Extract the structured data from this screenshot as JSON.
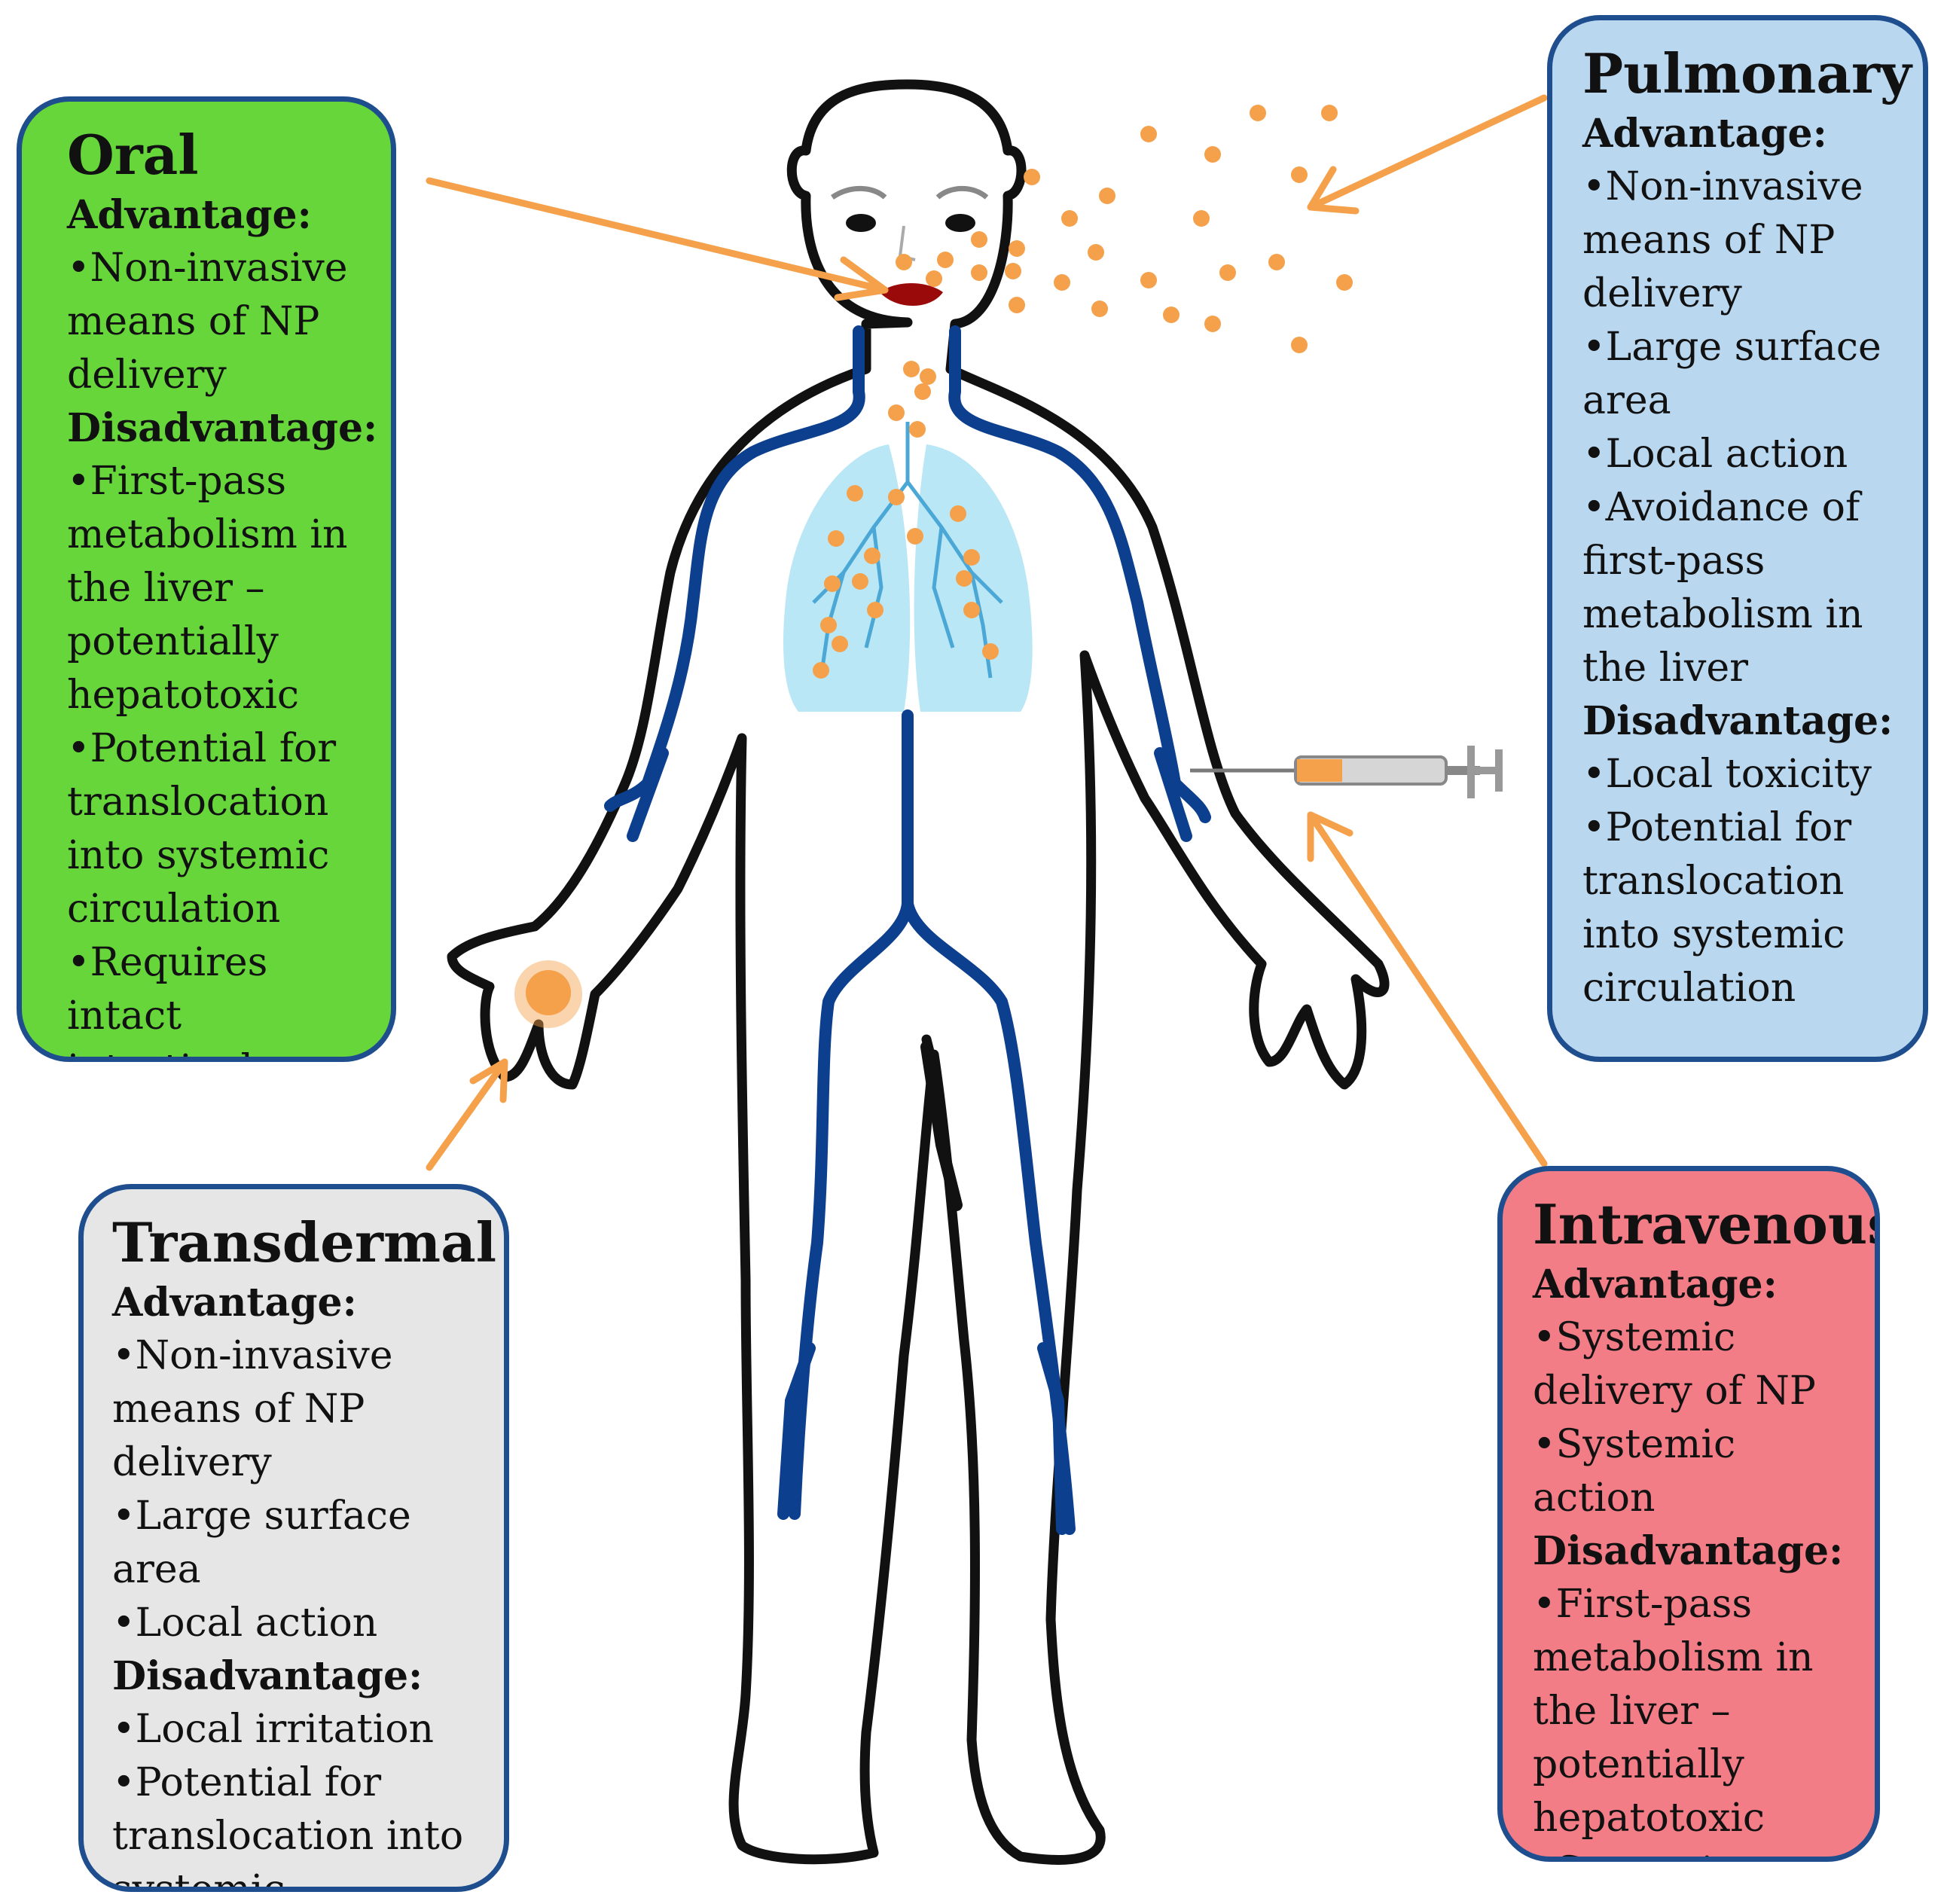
{
  "colors": {
    "oral_box": "#66d63b",
    "pulmonary_box": "#b9d7ef",
    "transdermal_box": "#e6e6e6",
    "intravenous_box": "#f27d86",
    "box_border": "#1f4e8f",
    "arrow": "#f5a04a",
    "particle": "#f5a04a",
    "vessel": "#0d3f8f",
    "lungs": "#aee3f3"
  },
  "icons": [
    "human-body-outline",
    "lungs-icon",
    "syringe-icon",
    "skin-patch-icon",
    "nanoparticle-icon"
  ],
  "routes": {
    "oral": {
      "title": "Oral",
      "advantage_heading": "Advantage:",
      "advantages": [
        "•Non-invasive means of NP delivery"
      ],
      "disadvantage_heading": "Disadvantage:",
      "disadvantages": [
        "•First-pass metabolism in the liver – potentially hepatotoxic",
        "•Potential for translocation into systemic circulation",
        "•Requires intact intestinal mucosa for NP uptake"
      ]
    },
    "pulmonary": {
      "title": "Pulmonary",
      "advantage_heading": "Advantage:",
      "advantages": [
        "•Non-invasive means of NP delivery",
        "•Large surface area",
        "•Local action",
        "•Avoidance of first-pass metabolism in the liver"
      ],
      "disadvantage_heading": "Disadvantage:",
      "disadvantages": [
        "•Local toxicity",
        "•Potential for translocation into systemic circulation"
      ]
    },
    "transdermal": {
      "title": "Transdermal",
      "advantage_heading": "Advantage:",
      "advantages": [
        "•Non-invasive means of NP delivery",
        "•Large surface area",
        "•Local action"
      ],
      "disadvantage_heading": "Disadvantage:",
      "disadvantages": [
        "•Local irritation",
        "•Potential for translocation into systemic circulation"
      ]
    },
    "intravenous": {
      "title": "Intravenous",
      "advantage_heading": "Advantage:",
      "advantages": [
        "•Systemic delivery of NP",
        "•Systemic action"
      ],
      "disadvantage_heading": "Disadvantage:",
      "disadvantages": [
        "•First-pass metabolism in the liver – potentially hepatotoxic",
        "•Systemic toxicity"
      ]
    }
  }
}
